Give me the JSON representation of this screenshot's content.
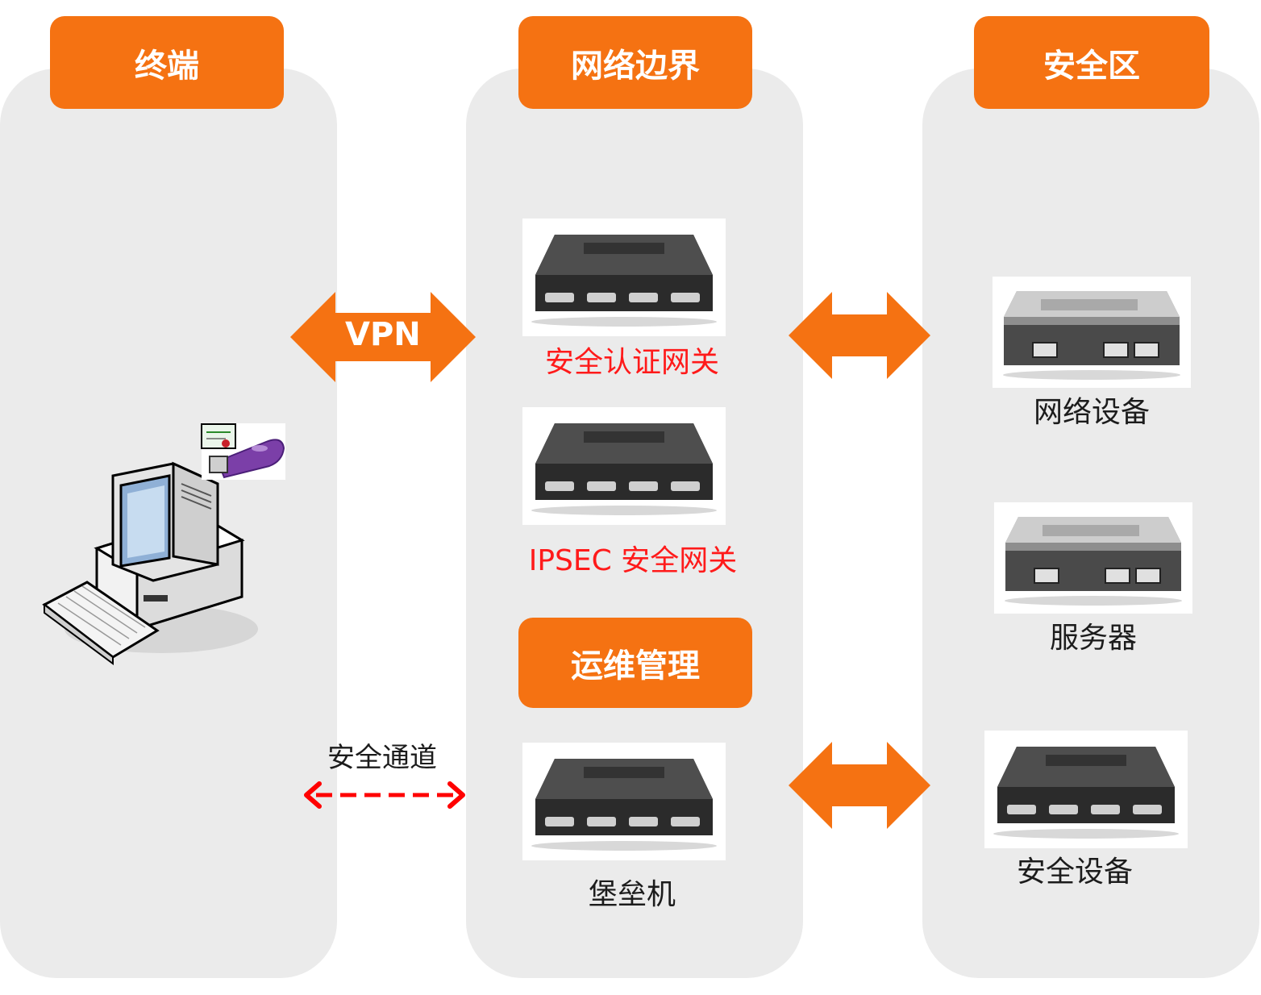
{
  "columns": {
    "terminal": {
      "title": "终端"
    },
    "boundary": {
      "title": "网络边界"
    },
    "secure_zone": {
      "title": "安全区"
    }
  },
  "ops_header": "运维管理",
  "links": {
    "vpn": "VPN",
    "secure_channel": "安全通道"
  },
  "boundary_devices": {
    "auth_gateway": "安全认证网关",
    "ipsec_gateway": "IPSEC 安全网关",
    "bastion": "堡垒机"
  },
  "zone_devices": {
    "network": "网络设备",
    "server": "服务器",
    "security": "安全设备"
  },
  "colors": {
    "accent": "#f57212",
    "panel": "#ebebeb",
    "red_label": "#ff1a1a",
    "dashed_arrow": "#ff0000"
  }
}
